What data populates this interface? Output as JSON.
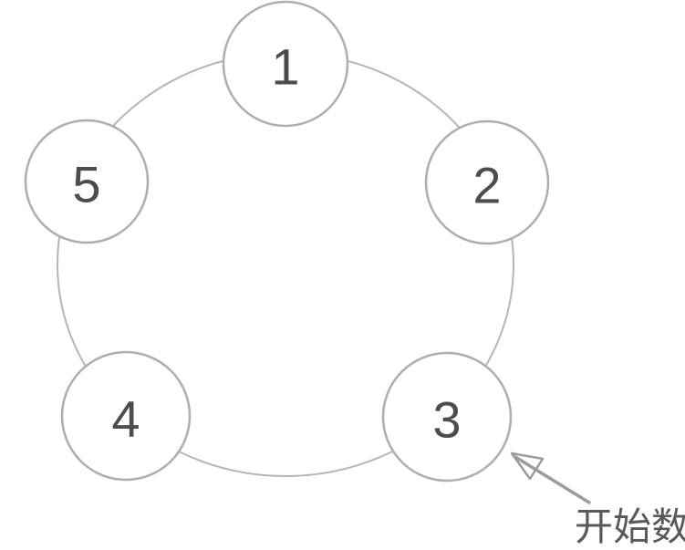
{
  "diagram": {
    "nodes": [
      {
        "label": "1"
      },
      {
        "label": "2"
      },
      {
        "label": "3"
      },
      {
        "label": "4"
      },
      {
        "label": "5"
      }
    ],
    "annotation": {
      "label": "开始数",
      "target_node": "3"
    },
    "colors": {
      "background": "#ffffff",
      "ring_stroke": "#b5b5b5",
      "node_stroke": "#aeaeae",
      "node_fill": "#ffffff",
      "node_text": "#4d4d4d",
      "arrow": "#9c9c9c",
      "annotation_text": "#595959"
    }
  }
}
